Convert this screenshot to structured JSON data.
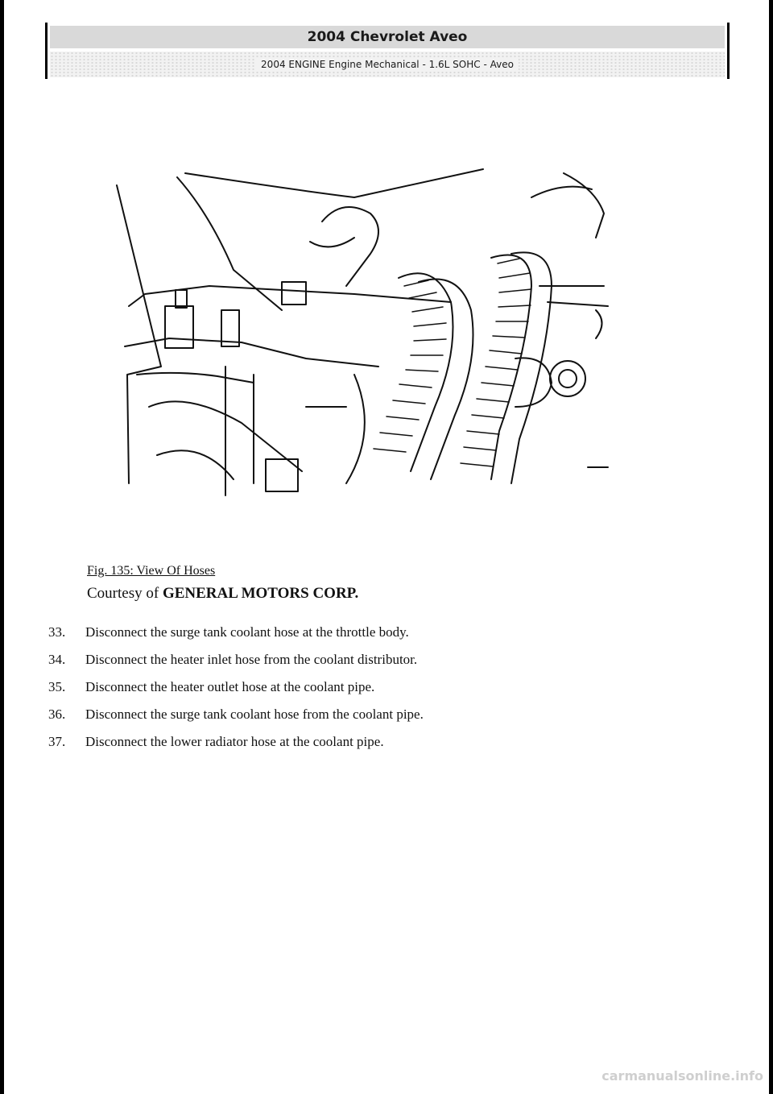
{
  "header": {
    "title": "2004 Chevrolet Aveo",
    "subtitle": "2004 ENGINE Engine Mechanical - 1.6L SOHC - Aveo"
  },
  "figure": {
    "caption": "Fig. 135: View Of Hoses",
    "courtesy_prefix": "Courtesy of ",
    "courtesy_org": "GENERAL MOTORS CORP."
  },
  "steps": [
    {
      "num": "33.",
      "text": "Disconnect the surge tank coolant hose at the throttle body."
    },
    {
      "num": "34.",
      "text": "Disconnect the heater inlet hose from the coolant distributor."
    },
    {
      "num": "35.",
      "text": "Disconnect the heater outlet hose at the coolant pipe."
    },
    {
      "num": "36.",
      "text": "Disconnect the surge tank coolant hose from the coolant pipe."
    },
    {
      "num": "37.",
      "text": "Disconnect the lower radiator hose at the coolant pipe."
    }
  ],
  "watermark": "carmanualsonline.info"
}
